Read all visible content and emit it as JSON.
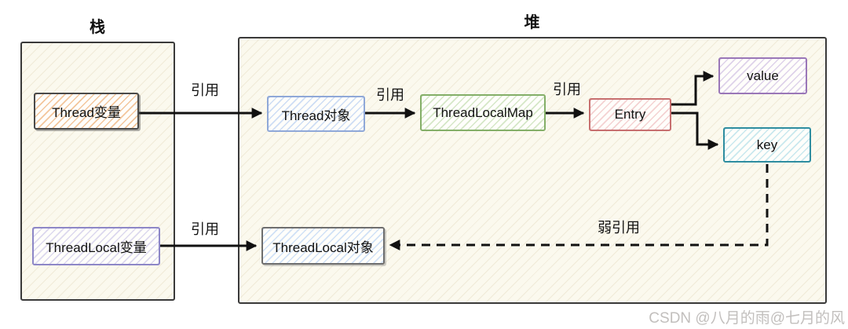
{
  "diagram": {
    "stack": {
      "title": "栈"
    },
    "heap": {
      "title": "堆"
    },
    "nodes": {
      "thread_var": {
        "label": "Thread变量"
      },
      "threadlocal_var": {
        "label": "ThreadLocal变量"
      },
      "thread_obj": {
        "label": "Thread对象"
      },
      "threadlocalmap": {
        "label": "ThreadLocalMap"
      },
      "entry": {
        "label": "Entry"
      },
      "value": {
        "label": "value"
      },
      "key": {
        "label": "key"
      },
      "threadlocal_obj": {
        "label": "ThreadLocal对象"
      }
    },
    "edges": {
      "ref1": "引用",
      "ref2": "引用",
      "ref3": "引用",
      "ref4": "引用",
      "weak_ref": "弱引用"
    }
  },
  "watermark": "CSDN @八月的雨@七月的风",
  "colors": {
    "canvas_bg": "#ffffff",
    "region_fill": "#fbf9ee",
    "region_hatch": "#f0ead7",
    "region_border": "#3a3a3a",
    "arrow": "#111111",
    "text": "#111111",
    "watermark": "#c2bfbd",
    "thread_var_border": "#4a4a4a",
    "thread_var_hatch": "#f3c69c",
    "threadlocal_var_border": "#8d87c7",
    "threadlocal_var_hatch": "#dcd8ee",
    "thread_obj_border": "#8fa8d8",
    "thread_obj_hatch": "#cdddf4",
    "threadlocalmap_border": "#84af68",
    "threadlocalmap_hatch": "#d5e7c7",
    "entry_border": "#c76f6f",
    "entry_hatch": "#f4d2d2",
    "value_border": "#9a77b8",
    "value_hatch": "#ded2ea",
    "key_border": "#2e8da0",
    "key_hatch": "#c9e8ee",
    "threadlocal_obj_border": "#6e6e6e",
    "threadlocal_obj_hatch": "#d0e1f6"
  }
}
